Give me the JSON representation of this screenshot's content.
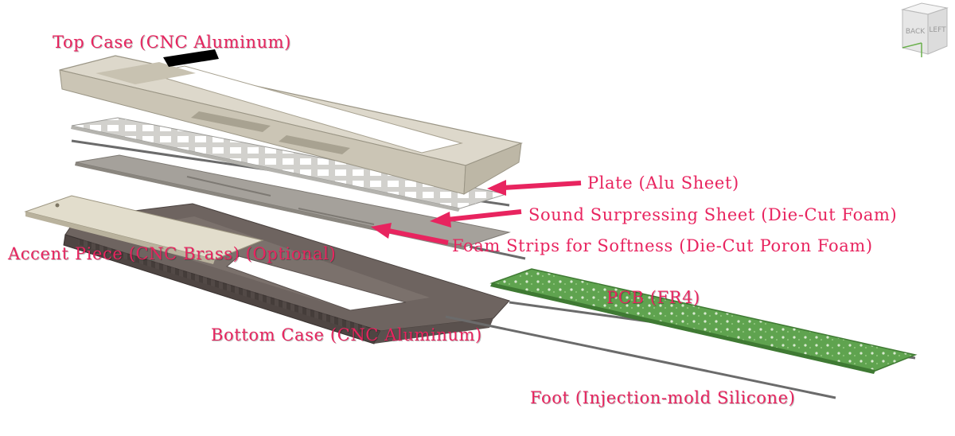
{
  "labels": {
    "top_case": "Top Case (CNC Aluminum)",
    "plate": "Plate (Alu Sheet)",
    "sound_sheet": "Sound Surpressing Sheet (Die-Cut Foam)",
    "foam_strips": "Foam Strips for Softness (Die-Cut Poron Foam)",
    "accent_piece": "Accent Piece (CNC Brass) (Optional)",
    "bottom_case": "Bottom Case (CNC Aluminum)",
    "pcb": "PCB (FR4)",
    "foot": "Foot (Injection-mold Silicone)"
  },
  "viewcube": {
    "back": "BACK",
    "left": "LEFT"
  },
  "colors": {
    "label": "#e8245f",
    "arrow": "#e8245f",
    "top_case": "#ddd8cb",
    "plate": "#d2d1cd",
    "sound_sheet": "#a5a19b",
    "foam_strip": "#8f8b86",
    "accent_piece": "#e2ddcc",
    "bottom_case": "#6e6460",
    "pcb": "#5fa34f",
    "foot": "#6b6b6b"
  },
  "icons": [
    "viewcube-icon",
    "arrow-icon"
  ]
}
